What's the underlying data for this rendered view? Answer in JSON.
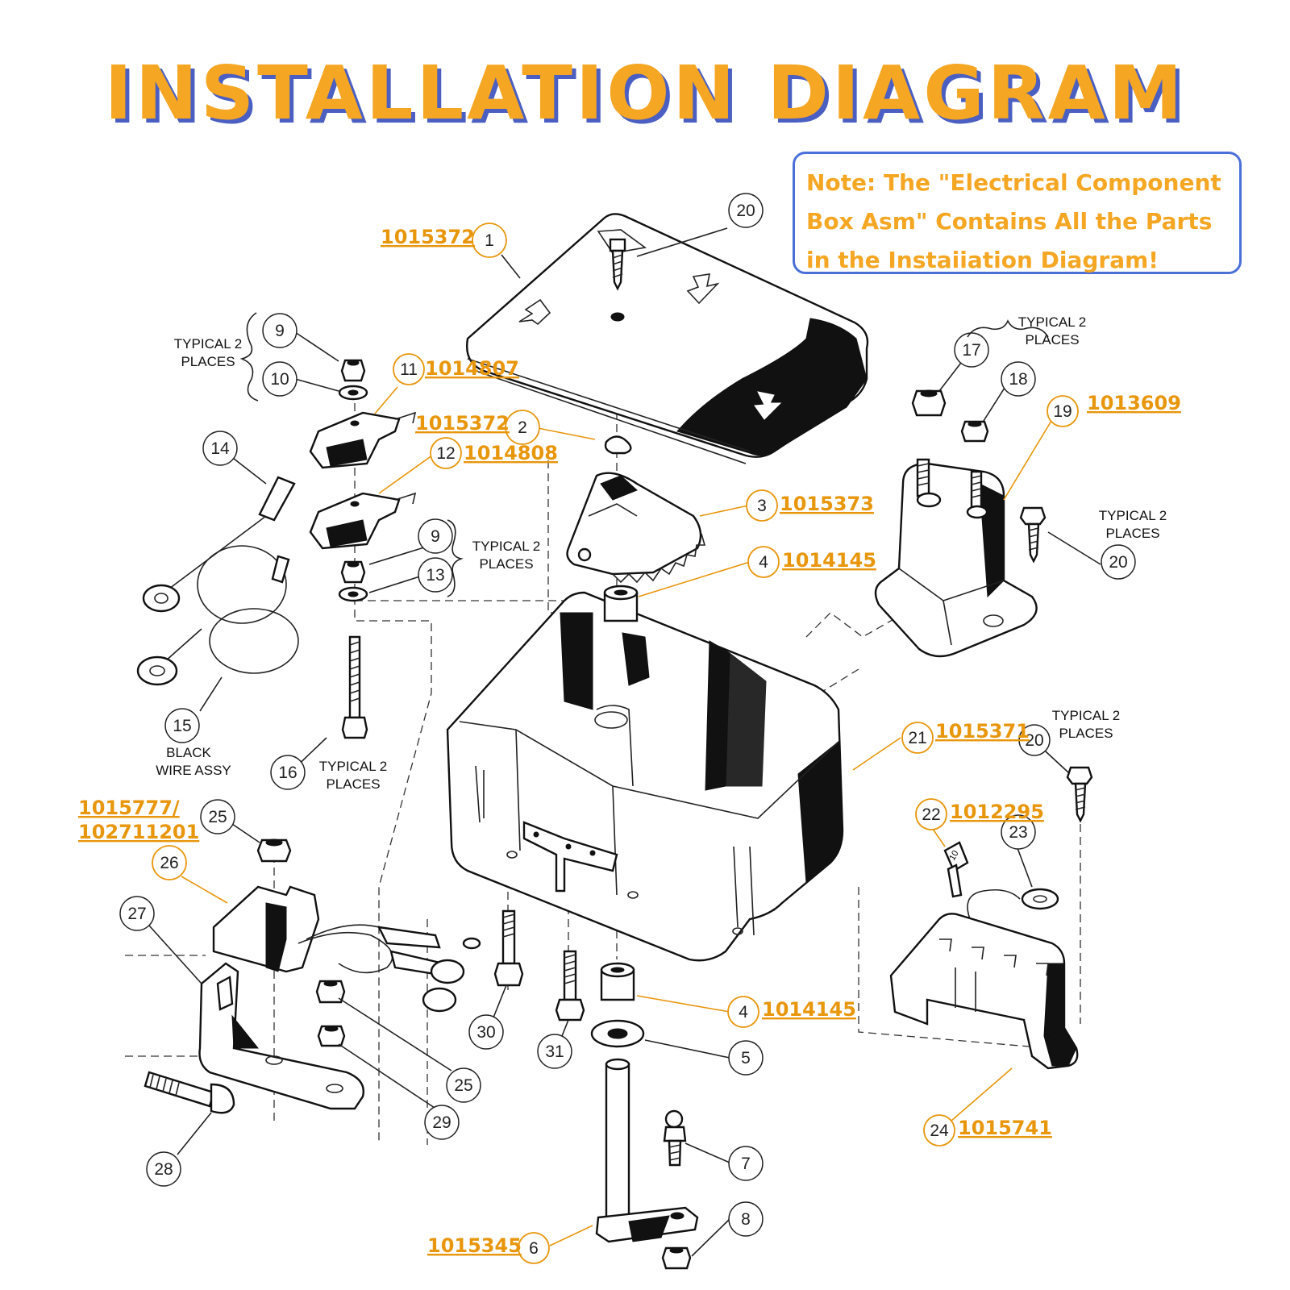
{
  "title": "INSTALLATION DIAGRAM",
  "note": {
    "line1": "Note: The \"Electrical Component",
    "line2": "Box Asm\" Contains All the Parts",
    "line3": "in the Instaiiation Diagram!"
  },
  "part_numbers": {
    "p1": "1015372",
    "p11": "1014807",
    "p2": "1015372",
    "p12": "1014808",
    "p3": "1015373",
    "p4a": "1014145",
    "p19": "1013609",
    "p21": "1015371",
    "p22": "1012295",
    "p26a": "1015777/",
    "p26b": "102711201",
    "p4b": "1014145",
    "p24": "1015741",
    "p6": "1015345"
  },
  "callouts": {
    "c1": "1",
    "c2": "2",
    "c3": "3",
    "c4a": "4",
    "c4b": "4",
    "c5": "5",
    "c6": "6",
    "c7": "7",
    "c8": "8",
    "c9a": "9",
    "c9b": "9",
    "c10": "10",
    "c11": "11",
    "c12": "12",
    "c13": "13",
    "c14": "14",
    "c15": "15",
    "c16": "16",
    "c17": "17",
    "c18": "18",
    "c19": "19",
    "c20a": "20",
    "c20b": "20",
    "c20c": "20",
    "c21": "21",
    "c22": "22",
    "c23": "23",
    "c24": "24",
    "c25a": "25",
    "c25b": "25",
    "c26": "26",
    "c27": "27",
    "c28": "28",
    "c29": "29",
    "c30": "30",
    "c31": "31"
  },
  "labels": {
    "typ_9_10_a": "TYPICAL 2",
    "typ_9_10_b": "PLACES",
    "typ_9_13_a": "TYPICAL 2",
    "typ_9_13_b": "PLACES",
    "typ_17_18_a": "TYPICAL 2",
    "typ_17_18_b": "PLACES",
    "typ_20_a": "TYPICAL 2",
    "typ_20_b": "PLACES",
    "typ_20c_a": "TYPICAL 2",
    "typ_20c_b": "PLACES",
    "typ_16_a": "TYPICAL 2",
    "typ_16_b": "PLACES",
    "black_wire_a": "BLACK",
    "black_wire_b": "WIRE ASSY",
    "fuse_mark": "10"
  }
}
